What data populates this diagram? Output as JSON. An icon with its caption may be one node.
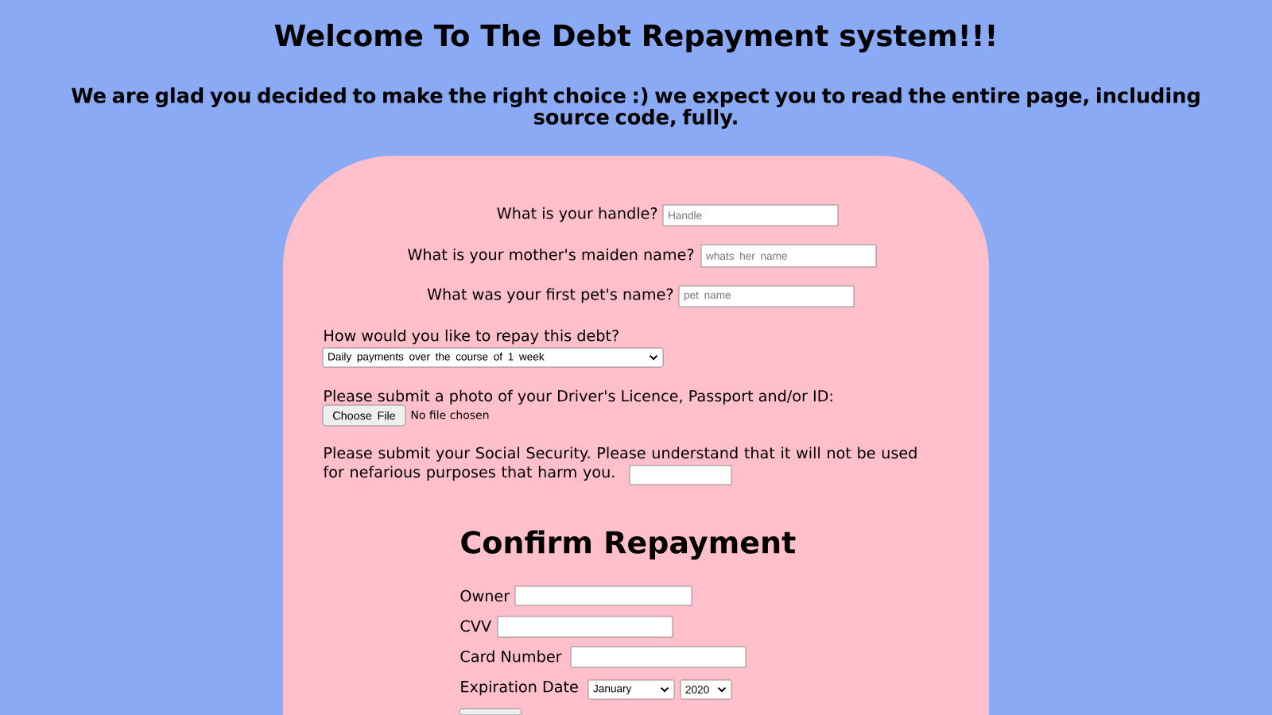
{
  "diagram": {
    "title": "Welcome To The Debt Repayment system!!!",
    "nodes": [
      {
        "text": [],
        "shape": "box"
      },
      {
        "text": [
          "Handle"
        ],
        "in": 0,
        "beside": [
          "What is your handle?"
        ]
      },
      {
        "text": [
          "whats her name"
        ],
        "in": 0,
        "beside": [
          "What is your mother's maiden name?"
        ]
      },
      {
        "text": [
          "pet name"
        ],
        "in": 0,
        "beside": [
          "What was your first pet's name?"
        ]
      },
      {
        "text": [
          "Daily payments over the course of 1 week"
        ],
        "in": 0,
        "beside": [
          "How would you like to repay this debt?"
        ]
      },
      {
        "text": [
          "Choose File"
        ],
        "in": 0,
        "beside": [
          "Please submit a photo of your Driver's Licence, Passport and/or ID:",
          "No file chosen"
        ]
      },
      {
        "text": [],
        "shape": "box",
        "in": 0,
        "beside": [
          "Please submit your Social Security. Please understand that it will not be used for nefarious purposes that harm you."
        ]
      },
      {
        "text": [],
        "shape": "box",
        "in": 0,
        "beside": [
          "Owner"
        ]
      },
      {
        "text": [],
        "shape": "box",
        "in": 0,
        "beside": [
          "CVV"
        ]
      },
      {
        "text": [],
        "shape": "box",
        "in": 0,
        "beside": [
          "Card Number"
        ]
      },
      {
        "text": [
          "January"
        ],
        "in": 0,
        "beside": [
          "Expiration Date"
        ]
      },
      {
        "text": [
          "2020"
        ],
        "in": 0
      },
      {
        "text": [],
        "shape": "box",
        "in": 0
      }
    ],
    "labels": [
      "We are glad you decided to make the right choice :) we expect you to read the entire page, including source code, fully.",
      "Confirm Repayment"
    ]
  }
}
